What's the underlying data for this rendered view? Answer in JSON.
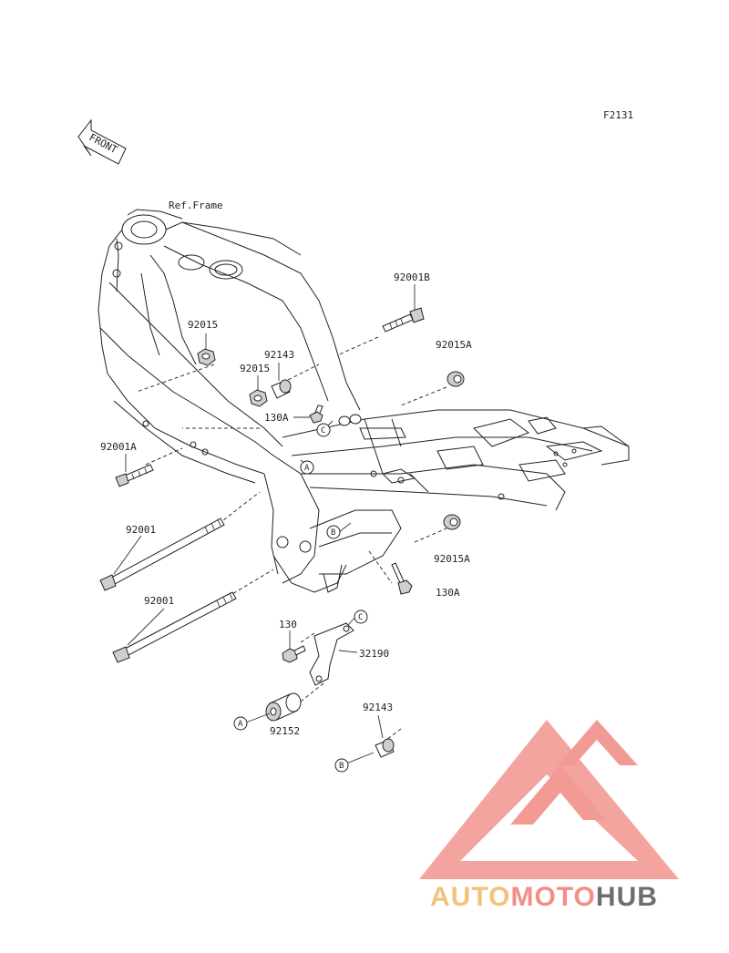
{
  "diagram": {
    "figure_code": "F2131",
    "front_label": "FRONT",
    "ref_frame": "Ref.Frame",
    "callouts": [
      {
        "id": "92001B",
        "text": "92001B"
      },
      {
        "id": "92015A_1",
        "text": "92015A"
      },
      {
        "id": "92015_1",
        "text": "92015"
      },
      {
        "id": "92143_1",
        "text": "92143"
      },
      {
        "id": "92015_2",
        "text": "92015"
      },
      {
        "id": "130A_1",
        "text": "130A"
      },
      {
        "id": "92001A",
        "text": "92001A"
      },
      {
        "id": "92001_1",
        "text": "92001"
      },
      {
        "id": "92001_2",
        "text": "92001"
      },
      {
        "id": "92015A_2",
        "text": "92015A"
      },
      {
        "id": "130A_2",
        "text": "130A"
      },
      {
        "id": "130",
        "text": "130"
      },
      {
        "id": "32190",
        "text": "32190"
      },
      {
        "id": "92143_2",
        "text": "92143"
      },
      {
        "id": "92152",
        "text": "92152"
      }
    ],
    "ref_markers": {
      "A": "A",
      "B": "B",
      "C": "C"
    }
  },
  "watermark": {
    "part1": "AUTO",
    "part2": "MOTO",
    "part3": "HUB",
    "colors": {
      "auto": "#f3c27a",
      "moto": "#f08f86",
      "hub": "#6e6e6e",
      "triangle": "#f29a94"
    }
  }
}
